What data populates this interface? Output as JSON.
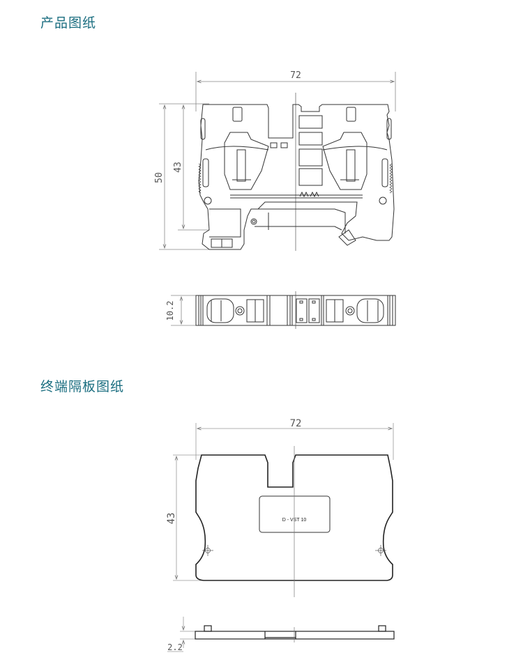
{
  "sections": [
    {
      "title": "产品图纸",
      "drawings": {
        "front_view": {
          "width_dim": "72",
          "height_dim_outer": "50",
          "height_dim_inner": "43"
        },
        "top_view": {
          "thickness_dim": "10.2"
        }
      }
    },
    {
      "title": "终端隔板图纸",
      "drawings": {
        "front_view": {
          "width_dim": "72",
          "height_dim": "43",
          "label_text": "D - VST 10"
        },
        "side_view": {
          "thickness_dim": "2.2"
        }
      }
    }
  ],
  "colors": {
    "title": "#1b6e80",
    "line": "#333333",
    "dim_line": "#888888"
  }
}
